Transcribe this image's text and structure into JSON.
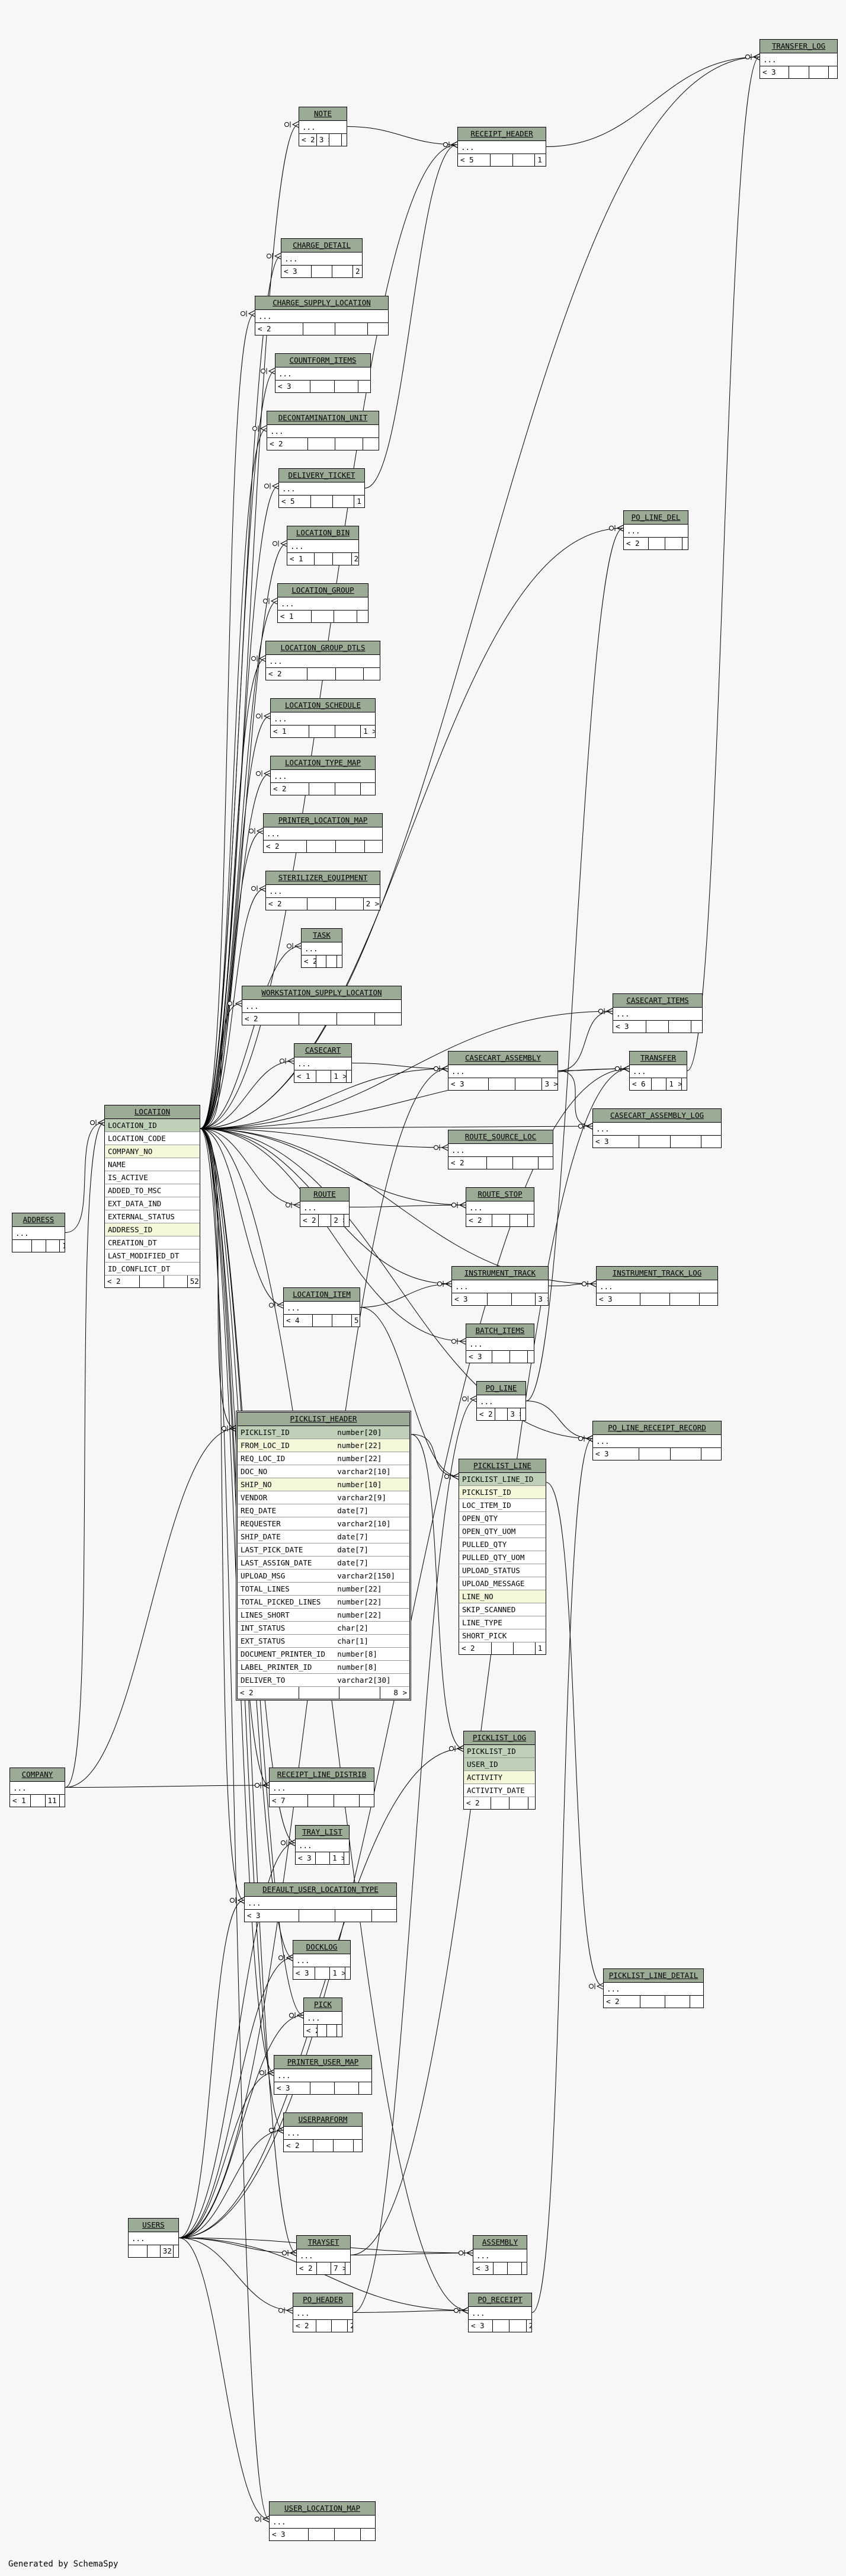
{
  "footer": "Generated by SchemaSpy",
  "colors": {
    "header": "#9bab96",
    "primary_key": "#bed1b8",
    "foreign_key": "#f4f7da",
    "background": "#f7f7f7"
  },
  "tables": [
    {
      "id": "transfer_log",
      "name": "TRANSFER_LOG",
      "rows": [
        {
          "t": "..."
        }
      ],
      "foot": [
        "< 3",
        "",
        "",
        ""
      ]
    },
    {
      "id": "note",
      "name": "NOTE",
      "rows": [
        {
          "t": "..."
        }
      ],
      "foot": [
        "< 2",
        "3 >",
        "",
        ""
      ]
    },
    {
      "id": "receipt_header",
      "name": "RECEIPT_HEADER",
      "rows": [
        {
          "t": "..."
        }
      ],
      "foot": [
        "< 5",
        "",
        "",
        "1 >"
      ]
    },
    {
      "id": "charge_detail",
      "name": "CHARGE_DETAIL",
      "rows": [
        {
          "t": "..."
        }
      ],
      "foot": [
        "< 3",
        "",
        "",
        "2 >"
      ]
    },
    {
      "id": "charge_supply_location",
      "name": "CHARGE_SUPPLY_LOCATION",
      "rows": [
        {
          "t": "..."
        }
      ],
      "foot": [
        "< 2",
        "",
        "",
        ""
      ]
    },
    {
      "id": "countform_items",
      "name": "COUNTFORM_ITEMS",
      "rows": [
        {
          "t": "..."
        }
      ],
      "foot": [
        "< 3",
        "",
        "",
        ""
      ]
    },
    {
      "id": "decontamination_unit",
      "name": "DECONTAMINATION_UNIT",
      "rows": [
        {
          "t": "..."
        }
      ],
      "foot": [
        "< 2",
        "",
        "",
        ""
      ]
    },
    {
      "id": "delivery_ticket",
      "name": "DELIVERY_TICKET",
      "rows": [
        {
          "t": "..."
        }
      ],
      "foot": [
        "< 5",
        "",
        "",
        "1 >"
      ]
    },
    {
      "id": "po_line_del",
      "name": "PO_LINE_DEL",
      "rows": [
        {
          "t": "..."
        }
      ],
      "foot": [
        "< 2",
        "",
        "",
        ""
      ]
    },
    {
      "id": "location_bin",
      "name": "LOCATION_BIN",
      "rows": [
        {
          "t": "..."
        }
      ],
      "foot": [
        "< 1",
        "",
        "",
        "2 >"
      ]
    },
    {
      "id": "location_group",
      "name": "LOCATION_GROUP",
      "rows": [
        {
          "t": "..."
        }
      ],
      "foot": [
        "< 1",
        "",
        "",
        ""
      ]
    },
    {
      "id": "location_group_dtls",
      "name": "LOCATION_GROUP_DTLS",
      "rows": [
        {
          "t": "..."
        }
      ],
      "foot": [
        "< 2",
        "",
        "",
        ""
      ]
    },
    {
      "id": "location_schedule",
      "name": "LOCATION_SCHEDULE",
      "rows": [
        {
          "t": "..."
        }
      ],
      "foot": [
        "< 1",
        "",
        "",
        "1 >"
      ]
    },
    {
      "id": "location_type_map",
      "name": "LOCATION_TYPE_MAP",
      "rows": [
        {
          "t": "..."
        }
      ],
      "foot": [
        "< 2",
        "",
        "",
        ""
      ]
    },
    {
      "id": "printer_location_map",
      "name": "PRINTER_LOCATION_MAP",
      "rows": [
        {
          "t": "..."
        }
      ],
      "foot": [
        "< 2",
        "",
        "",
        ""
      ]
    },
    {
      "id": "sterilizer_equipment",
      "name": "STERILIZER_EQUIPMENT",
      "rows": [
        {
          "t": "..."
        }
      ],
      "foot": [
        "< 2",
        "",
        "",
        "2 >"
      ]
    },
    {
      "id": "task",
      "name": "TASK",
      "rows": [
        {
          "t": "..."
        }
      ],
      "foot": [
        "< 2",
        "",
        "",
        ""
      ]
    },
    {
      "id": "workstation_supply_location",
      "name": "WORKSTATION_SUPPLY_LOCATION",
      "rows": [
        {
          "t": "..."
        }
      ],
      "foot": [
        "< 2",
        "",
        "",
        ""
      ]
    },
    {
      "id": "casecart_items",
      "name": "CASECART_ITEMS",
      "rows": [
        {
          "t": "..."
        }
      ],
      "foot": [
        "< 3",
        "",
        "",
        ""
      ]
    },
    {
      "id": "casecart",
      "name": "CASECART",
      "rows": [
        {
          "t": "..."
        }
      ],
      "foot": [
        "< 1",
        "",
        "1 >",
        ""
      ]
    },
    {
      "id": "casecart_assembly",
      "name": "CASECART_ASSEMBLY",
      "rows": [
        {
          "t": "..."
        }
      ],
      "foot": [
        "< 3",
        "",
        "",
        "3 >"
      ]
    },
    {
      "id": "transfer",
      "name": "TRANSFER",
      "rows": [
        {
          "t": "..."
        }
      ],
      "foot": [
        "< 6",
        "",
        "1 >",
        ""
      ]
    },
    {
      "id": "casecart_assembly_log",
      "name": "CASECART_ASSEMBLY_LOG",
      "rows": [
        {
          "t": "..."
        }
      ],
      "foot": [
        "< 3",
        "",
        "",
        ""
      ]
    },
    {
      "id": "location",
      "name": "LOCATION",
      "rows": [
        {
          "t": "LOCATION_ID",
          "k": "pk"
        },
        {
          "t": "LOCATION_CODE"
        },
        {
          "t": "COMPANY_NO",
          "k": "fk"
        },
        {
          "t": "NAME"
        },
        {
          "t": "IS_ACTIVE"
        },
        {
          "t": "ADDED_TO_MSC"
        },
        {
          "t": "EXT_DATA_IND"
        },
        {
          "t": "EXTERNAL_STATUS"
        },
        {
          "t": "ADDRESS_ID",
          "k": "fk"
        },
        {
          "t": "CREATION_DT"
        },
        {
          "t": "LAST_MODIFIED_DT"
        },
        {
          "t": "ID_CONFLICT_DT"
        }
      ],
      "foot": [
        "< 2",
        "",
        "",
        "52 >"
      ]
    },
    {
      "id": "route_source_loc",
      "name": "ROUTE_SOURCE_LOC",
      "rows": [
        {
          "t": "..."
        }
      ],
      "foot": [
        "< 2",
        "",
        "",
        ""
      ]
    },
    {
      "id": "address",
      "name": "ADDRESS",
      "rows": [
        {
          "t": "..."
        }
      ],
      "foot": [
        "",
        "",
        "",
        "1 >"
      ]
    },
    {
      "id": "route",
      "name": "ROUTE",
      "rows": [
        {
          "t": "..."
        }
      ],
      "foot": [
        "< 2",
        "",
        "2 >",
        ""
      ]
    },
    {
      "id": "route_stop",
      "name": "ROUTE_STOP",
      "rows": [
        {
          "t": "..."
        }
      ],
      "foot": [
        "< 2",
        "",
        "",
        ""
      ]
    },
    {
      "id": "instrument_track",
      "name": "INSTRUMENT_TRACK",
      "rows": [
        {
          "t": "..."
        }
      ],
      "foot": [
        "< 3",
        "",
        "",
        "3 >"
      ]
    },
    {
      "id": "instrument_track_log",
      "name": "INSTRUMENT_TRACK_LOG",
      "rows": [
        {
          "t": "..."
        }
      ],
      "foot": [
        "< 3",
        "",
        "",
        ""
      ]
    },
    {
      "id": "location_item",
      "name": "LOCATION_ITEM",
      "rows": [
        {
          "t": "..."
        }
      ],
      "foot": [
        "< 4",
        "",
        "",
        "5 >"
      ]
    },
    {
      "id": "batch_items",
      "name": "BATCH_ITEMS",
      "rows": [
        {
          "t": "..."
        }
      ],
      "foot": [
        "< 3",
        "",
        "",
        ""
      ]
    },
    {
      "id": "po_line",
      "name": "PO_LINE",
      "rows": [
        {
          "t": "..."
        }
      ],
      "foot": [
        "< 2",
        "",
        "3 >",
        ""
      ]
    },
    {
      "id": "picklist_header",
      "name": "PICKLIST_HEADER",
      "focus": true,
      "rows": [
        {
          "t": "PICKLIST_ID",
          "ty": "number[20]",
          "k": "pk"
        },
        {
          "t": "FROM_LOC_ID",
          "ty": "number[22]",
          "k": "fk"
        },
        {
          "t": "REQ_LOC_ID",
          "ty": "number[22]"
        },
        {
          "t": "DOC_NO",
          "ty": "varchar2[10]"
        },
        {
          "t": "SHIP_NO",
          "ty": "number[10]",
          "k": "fk"
        },
        {
          "t": "VENDOR",
          "ty": "varchar2[9]"
        },
        {
          "t": "REQ_DATE",
          "ty": "date[7]"
        },
        {
          "t": "REQUESTER",
          "ty": "varchar2[10]"
        },
        {
          "t": "SHIP_DATE",
          "ty": "date[7]"
        },
        {
          "t": "LAST_PICK_DATE",
          "ty": "date[7]"
        },
        {
          "t": "LAST_ASSIGN_DATE",
          "ty": "date[7]"
        },
        {
          "t": "UPLOAD_MSG",
          "ty": "varchar2[150]"
        },
        {
          "t": "TOTAL_LINES",
          "ty": "number[22]"
        },
        {
          "t": "TOTAL_PICKED_LINES",
          "ty": "number[22]"
        },
        {
          "t": "LINES_SHORT",
          "ty": "number[22]"
        },
        {
          "t": "INT_STATUS",
          "ty": "char[2]"
        },
        {
          "t": "EXT_STATUS",
          "ty": "char[1]"
        },
        {
          "t": "DOCUMENT_PRINTER_ID",
          "ty": "number[8]"
        },
        {
          "t": "LABEL_PRINTER_ID",
          "ty": "number[8]"
        },
        {
          "t": "DELIVER_TO",
          "ty": "varchar2[30]"
        }
      ],
      "foot": [
        "< 2",
        "",
        "",
        "8 >"
      ]
    },
    {
      "id": "po_line_receipt_record",
      "name": "PO_LINE_RECEIPT_RECORD",
      "rows": [
        {
          "t": "..."
        }
      ],
      "foot": [
        "< 3",
        "",
        "",
        ""
      ]
    },
    {
      "id": "picklist_line",
      "name": "PICKLIST_LINE",
      "rows": [
        {
          "t": "PICKLIST_LINE_ID",
          "k": "pk"
        },
        {
          "t": "PICKLIST_ID",
          "k": "fk"
        },
        {
          "t": "LOC_ITEM_ID"
        },
        {
          "t": "OPEN_QTY"
        },
        {
          "t": "OPEN_QTY_UOM"
        },
        {
          "t": "PULLED_QTY"
        },
        {
          "t": "PULLED_QTY_UOM"
        },
        {
          "t": "UPLOAD_STATUS"
        },
        {
          "t": "UPLOAD_MESSAGE"
        },
        {
          "t": "LINE_NO",
          "k": "fk"
        },
        {
          "t": "SKIP_SCANNED"
        },
        {
          "t": "LINE_TYPE"
        },
        {
          "t": "SHORT_PICK"
        }
      ],
      "foot": [
        "< 2",
        "",
        "",
        "1 >"
      ]
    },
    {
      "id": "company",
      "name": "COMPANY",
      "rows": [
        {
          "t": "..."
        }
      ],
      "foot": [
        "< 1",
        "",
        "11 >",
        ""
      ]
    },
    {
      "id": "receipt_line_distrib",
      "name": "RECEIPT_LINE_DISTRIB",
      "rows": [
        {
          "t": "..."
        }
      ],
      "foot": [
        "< 7",
        "",
        "",
        ""
      ]
    },
    {
      "id": "picklist_log",
      "name": "PICKLIST_LOG",
      "rows": [
        {
          "t": "PICKLIST_ID",
          "k": "pk"
        },
        {
          "t": "USER_ID",
          "k": "pk"
        },
        {
          "t": "ACTIVITY",
          "k": "fk"
        },
        {
          "t": "ACTIVITY_DATE"
        }
      ],
      "foot": [
        "< 2",
        "",
        "",
        ""
      ]
    },
    {
      "id": "tray_list",
      "name": "TRAY_LIST",
      "rows": [
        {
          "t": "..."
        }
      ],
      "foot": [
        "< 3",
        "",
        "1 >",
        ""
      ]
    },
    {
      "id": "default_user_location_type",
      "name": "DEFAULT_USER_LOCATION_TYPE",
      "rows": [
        {
          "t": "..."
        }
      ],
      "foot": [
        "< 3",
        "",
        "",
        ""
      ]
    },
    {
      "id": "picklist_line_detail",
      "name": "PICKLIST_LINE_DETAIL",
      "rows": [
        {
          "t": "..."
        }
      ],
      "foot": [
        "< 2",
        "",
        "",
        ""
      ]
    },
    {
      "id": "docklog",
      "name": "DOCKLOG",
      "rows": [
        {
          "t": "..."
        }
      ],
      "foot": [
        "< 3",
        "",
        "1 >",
        ""
      ]
    },
    {
      "id": "pick",
      "name": "PICK",
      "rows": [
        {
          "t": "..."
        }
      ],
      "foot": [
        "< 2",
        "",
        "",
        ""
      ]
    },
    {
      "id": "printer_user_map",
      "name": "PRINTER_USER_MAP",
      "rows": [
        {
          "t": "..."
        }
      ],
      "foot": [
        "< 3",
        "",
        "",
        ""
      ]
    },
    {
      "id": "userparform",
      "name": "USERPARFORM",
      "rows": [
        {
          "t": "..."
        }
      ],
      "foot": [
        "< 2",
        "",
        "",
        ""
      ]
    },
    {
      "id": "users",
      "name": "USERS",
      "rows": [
        {
          "t": "..."
        }
      ],
      "foot": [
        "",
        "",
        "32 >",
        ""
      ]
    },
    {
      "id": "trayset",
      "name": "TRAYSET",
      "rows": [
        {
          "t": "..."
        }
      ],
      "foot": [
        "< 2",
        "",
        "7 >",
        ""
      ]
    },
    {
      "id": "assembly",
      "name": "ASSEMBLY",
      "rows": [
        {
          "t": "..."
        }
      ],
      "foot": [
        "< 3",
        "",
        "",
        ""
      ]
    },
    {
      "id": "po_header",
      "name": "PO_HEADER",
      "rows": [
        {
          "t": "..."
        }
      ],
      "foot": [
        "< 2",
        "",
        "",
        "2 >"
      ]
    },
    {
      "id": "po_receipt",
      "name": "PO_RECEIPT",
      "rows": [
        {
          "t": "..."
        }
      ],
      "foot": [
        "< 3",
        "",
        "",
        "2 >"
      ]
    },
    {
      "id": "user_location_map",
      "name": "USER_LOCATION_MAP",
      "rows": [
        {
          "t": "..."
        }
      ],
      "foot": [
        "< 3",
        "",
        "",
        ""
      ]
    }
  ],
  "relationships": [
    [
      "location",
      "note"
    ],
    [
      "location",
      "receipt_header"
    ],
    [
      "location",
      "charge_detail"
    ],
    [
      "location",
      "charge_supply_location"
    ],
    [
      "location",
      "countform_items"
    ],
    [
      "location",
      "decontamination_unit"
    ],
    [
      "location",
      "delivery_ticket"
    ],
    [
      "location",
      "location_bin"
    ],
    [
      "location",
      "location_group"
    ],
    [
      "location",
      "location_group_dtls"
    ],
    [
      "location",
      "location_schedule"
    ],
    [
      "location",
      "location_type_map"
    ],
    [
      "location",
      "printer_location_map"
    ],
    [
      "location",
      "sterilizer_equipment"
    ],
    [
      "location",
      "task"
    ],
    [
      "location",
      "workstation_supply_location"
    ],
    [
      "location",
      "casecart"
    ],
    [
      "location",
      "casecart_assembly"
    ],
    [
      "location",
      "casecart_assembly_log"
    ],
    [
      "location",
      "route_source_loc"
    ],
    [
      "location",
      "route"
    ],
    [
      "location",
      "route_stop"
    ],
    [
      "location",
      "instrument_track"
    ],
    [
      "location",
      "instrument_track_log"
    ],
    [
      "location",
      "location_item"
    ],
    [
      "location",
      "batch_items"
    ],
    [
      "location",
      "po_line_receipt_record"
    ],
    [
      "location",
      "picklist_header"
    ],
    [
      "location",
      "transfer"
    ],
    [
      "location",
      "transfer_log"
    ],
    [
      "location",
      "casecart_items"
    ],
    [
      "location",
      "po_line_del"
    ],
    [
      "location",
      "tray_list"
    ],
    [
      "location",
      "default_user_location_type"
    ],
    [
      "location",
      "docklog"
    ],
    [
      "location",
      "pick"
    ],
    [
      "location",
      "printer_user_map"
    ],
    [
      "location",
      "userparform"
    ],
    [
      "location",
      "trayset"
    ],
    [
      "location",
      "po_receipt"
    ],
    [
      "location",
      "user_location_map"
    ],
    [
      "location",
      "receipt_line_distrib"
    ],
    [
      "address",
      "location"
    ],
    [
      "company",
      "location"
    ],
    [
      "company",
      "receipt_line_distrib"
    ],
    [
      "company",
      "picklist_header"
    ],
    [
      "note",
      "receipt_header"
    ],
    [
      "casecart",
      "casecart_assembly"
    ],
    [
      "casecart_assembly",
      "casecart_items"
    ],
    [
      "casecart_assembly",
      "transfer"
    ],
    [
      "casecart_assembly",
      "casecart_assembly_log"
    ],
    [
      "transfer",
      "transfer_log"
    ],
    [
      "route",
      "route_stop"
    ],
    [
      "instrument_track",
      "instrument_track_log"
    ],
    [
      "location_item",
      "instrument_track"
    ],
    [
      "location_item",
      "picklist_line"
    ],
    [
      "po_line",
      "po_line_receipt_record"
    ],
    [
      "po_line",
      "po_line_del"
    ],
    [
      "picklist_header",
      "picklist_line"
    ],
    [
      "picklist_header",
      "picklist_log"
    ],
    [
      "picklist_line",
      "picklist_line_detail"
    ],
    [
      "users",
      "picklist_log"
    ],
    [
      "users",
      "tray_list"
    ],
    [
      "users",
      "default_user_location_type"
    ],
    [
      "users",
      "docklog"
    ],
    [
      "users",
      "pick"
    ],
    [
      "users",
      "printer_user_map"
    ],
    [
      "users",
      "userparform"
    ],
    [
      "users",
      "trayset"
    ],
    [
      "users",
      "assembly"
    ],
    [
      "users",
      "po_header"
    ],
    [
      "users",
      "po_receipt"
    ],
    [
      "users",
      "user_location_map"
    ],
    [
      "users",
      "transfer"
    ],
    [
      "users",
      "casecart_assembly"
    ],
    [
      "trayset",
      "assembly"
    ],
    [
      "trayset",
      "transfer"
    ],
    [
      "po_header",
      "po_receipt"
    ],
    [
      "po_header",
      "po_line"
    ],
    [
      "po_receipt",
      "po_line_receipt_record"
    ],
    [
      "receipt_header",
      "transfer_log"
    ],
    [
      "delivery_ticket",
      "receipt_header"
    ]
  ]
}
